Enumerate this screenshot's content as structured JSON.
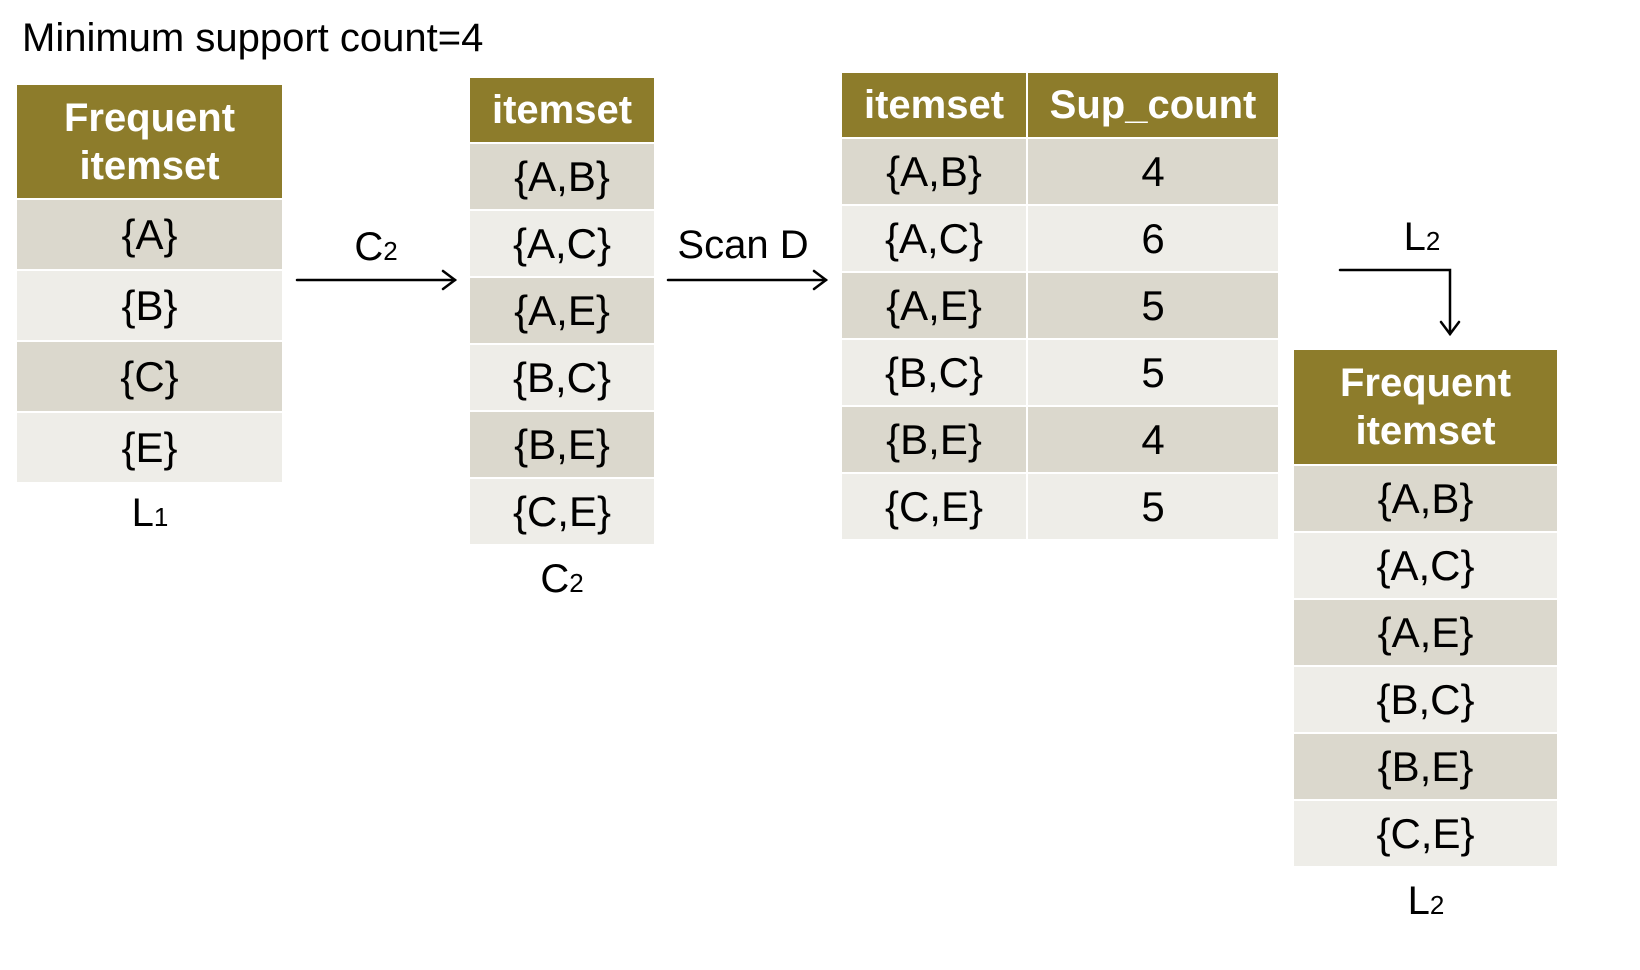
{
  "title": "Minimum support count=4",
  "l1_table": {
    "header": "Frequent itemset",
    "rows": [
      "{A}",
      "{B}",
      "{C}",
      "{E}"
    ],
    "caption_main": "L",
    "caption_sub": "1"
  },
  "arrow_c2": {
    "main": "C",
    "sub": "2"
  },
  "c2_table": {
    "header": "itemset",
    "rows": [
      "{A,B}",
      "{A,C}",
      "{A,E}",
      "{B,C}",
      "{B,E}",
      "{C,E}"
    ],
    "caption_main": "C",
    "caption_sub": "2"
  },
  "arrow_scan": {
    "label": "Scan D"
  },
  "count_table": {
    "headers": [
      "itemset",
      "Sup_count"
    ],
    "rows": [
      {
        "itemset": "{A,B}",
        "count": "4"
      },
      {
        "itemset": "{A,C}",
        "count": "6"
      },
      {
        "itemset": "{A,E}",
        "count": "5"
      },
      {
        "itemset": "{B,C}",
        "count": "5"
      },
      {
        "itemset": "{B,E}",
        "count": "4"
      },
      {
        "itemset": "{C,E}",
        "count": "5"
      }
    ]
  },
  "arrow_l2": {
    "main": "L",
    "sub": "2"
  },
  "l2_table": {
    "header": "Frequent itemset",
    "rows": [
      "{A,B}",
      "{A,C}",
      "{A,E}",
      "{B,C}",
      "{B,E}",
      "{C,E}"
    ],
    "caption_main": "L",
    "caption_sub": "2"
  },
  "colors": {
    "header_bg": "#8d7c2b",
    "header_text": "#ffffff",
    "row_dark": "#dbd8cd",
    "row_light": "#eeede8"
  }
}
